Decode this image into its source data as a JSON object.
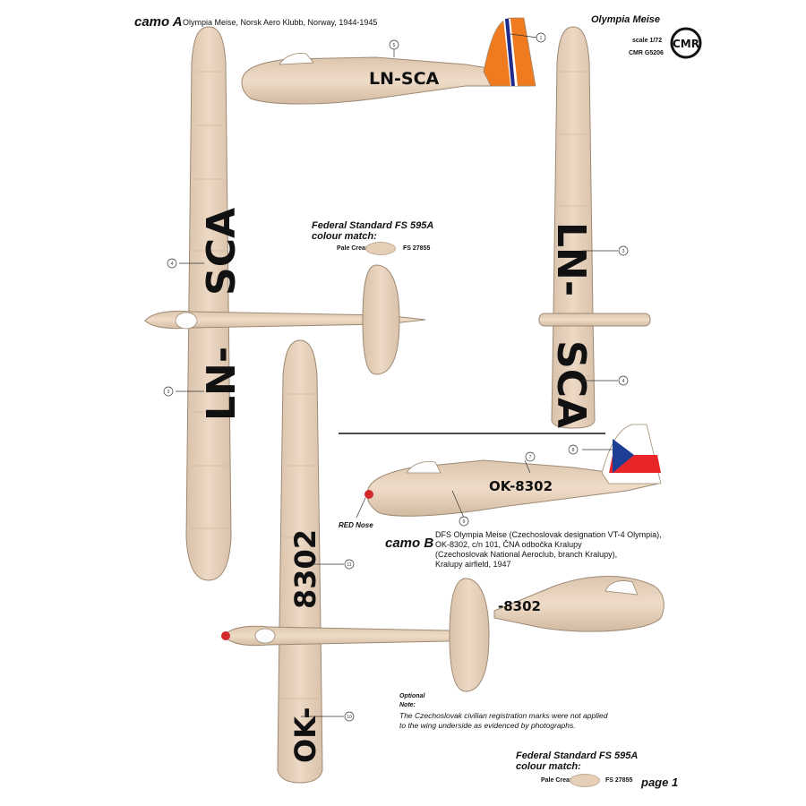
{
  "header": {
    "camo_a_label": "camo A",
    "camo_a_desc": "Olympia Meise, Norsk Aero Klubb, Norway, 1944-1945",
    "product_title": "Olympia Meise",
    "scale": "scale 1/72",
    "product_code": "CMR G5206",
    "logo_text": "CMR"
  },
  "colour_match_top": {
    "title_line1": "Federal Standard FS 595A",
    "title_line2": "colour match:",
    "colour_name": "Pale Cream -",
    "fs_code": "FS 27855",
    "swatch_color": "#e6cfb7"
  },
  "camo_b": {
    "label": "camo B",
    "description": [
      "DFS Olympia Meise (Czechoslovak designation VT-4 Olympia),",
      "OK-8302, c/n 101, ČNA odbočka Kralupy",
      "(Czechoslovak National Aeroclub, branch Kralupy),",
      "Kralupy airfield, 1947"
    ],
    "red_nose_label": "RED Nose"
  },
  "registrations": {
    "a_fuselage": "LN-SCA",
    "a_wing_upper_1": "SCA",
    "a_wing_upper_2": "LN-",
    "a_wing_lower_1": "LN-",
    "a_wing_lower_2": "SCA",
    "b_fuselage": "OK-8302",
    "b_fuselage_right": "-8302",
    "b_wing_1": "8302",
    "b_wing_2": "OK-"
  },
  "callouts": [
    "1",
    "2",
    "3",
    "4",
    "5",
    "6",
    "7",
    "8",
    "9",
    "10",
    "11"
  ],
  "note": {
    "optional": "Optional",
    "note_label": "Note:",
    "text_line1": "The Czechoslovak civilian registration marks were not applied",
    "text_line2": "to the wing underside as evidenced by photographs."
  },
  "colour_match_bottom": {
    "title_line1": "Federal Standard FS 595A",
    "title_line2": "colour match:",
    "colour_name": "Pale Cream -",
    "fs_code": "FS 27855"
  },
  "footer": {
    "page": "page 1"
  },
  "colors": {
    "cream": "#e6cfb7",
    "panel_line": "#c9b29a",
    "norway_orange": "#f07a1e",
    "norway_blue": "#1f2a8a",
    "czech_red": "#e8262a",
    "czech_blue": "#1c3f95",
    "nose_red": "#d4282c"
  }
}
